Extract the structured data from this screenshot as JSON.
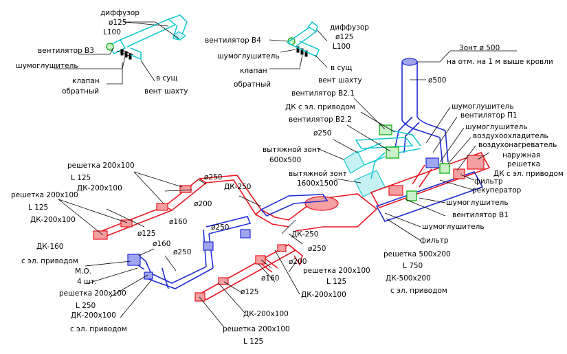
{
  "colors": {
    "supply": "#e8141e",
    "exhaust": "#1f2bd6",
    "exhaust_upper": "#16c8d2",
    "fans": "#19b419",
    "text": "#000000"
  },
  "labels": {
    "l1": "диффузор",
    "l2": "ø125",
    "l3": "L100",
    "l4": "вентилятор В3",
    "l5": "шумоглушитель",
    "l6": "клапан",
    "l7": "обратный",
    "l8": "в сущ",
    "l9": "вент шахту",
    "l10": "вентилятор В4",
    "l11": "диффузор",
    "l12": "ø125",
    "l13": "L100",
    "l14": "шумоглушитель",
    "l15": "клапан",
    "l16": "обратный",
    "l17": "в сущ",
    "l18": "вент шахту",
    "l19": "Зонт ø 500",
    "l20": "на отм. на 1 м выше кровли",
    "l21": "ø500",
    "l22": "вентилятор В2.1",
    "l23": "ДК с эл. приводом",
    "l24": "вентилятор В2.2",
    "l25": "ø250",
    "l26": "вытяжной зонт",
    "l27": "600x500",
    "l28": "вытяжной зонт",
    "l29": "1600x1500",
    "l30": "шумоглушитель",
    "l31": "вентилятор П1",
    "l32": "шумоглушитель",
    "l33": "воздухоохладитель",
    "l34": "воздухонагреватель",
    "l35": "наружная",
    "l36": "решетка",
    "l37": "ДК с эл. приводом",
    "l38": "фильтр",
    "l39": "рекуператор",
    "l40": "шумоглушитель",
    "l41": "вентилятор В1",
    "l42": "шумоглушитель",
    "l43": "фильтр",
    "l44": "решетка 200x100",
    "l45": "L 125",
    "l46": "ДК-200x100",
    "l47": "ø250",
    "l48": "ДК-250",
    "l49": "ø200",
    "l50": "ø160",
    "l51": "решетка 200x100",
    "l52": "L 125",
    "l53": "ДК-200x100",
    "l54": "ø125",
    "l55": "ДК-160",
    "l56": "с эл. приводом",
    "l57": "ø160",
    "l58": "ø250",
    "l59": "ø250",
    "l60": "ДК-250",
    "l61": "ø250",
    "l62": "М.О.",
    "l63": "4 шт.",
    "l64": "ø200",
    "l65": "решетка 200x100",
    "l66": "L 125",
    "l67": "ø160",
    "l68": "ДК-200x100",
    "l69": "решетка 500x200",
    "l70": "L 750",
    "l71": "ДК-500x200",
    "l72": "с эл. приводом",
    "l73": "решетка 200x100",
    "l74": "L 250",
    "l75": "ДК-200x100",
    "l76": "с эл. приводом",
    "l77": "ø125",
    "l78": "ДК-200x100",
    "l79": "решетка 200x100",
    "l80": "L 125"
  }
}
